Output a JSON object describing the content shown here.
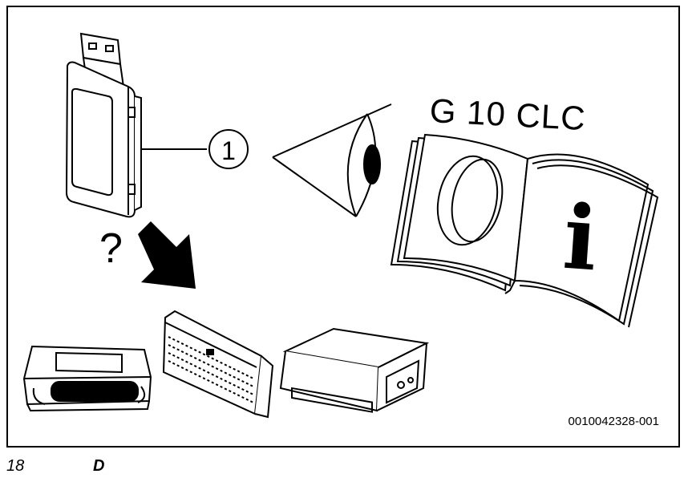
{
  "figure": {
    "book_title": "G 10 CLC",
    "callout_number": "1",
    "question_mark": "?",
    "info_symbol": "i",
    "reference_code": "0010042328-001"
  },
  "footer": {
    "page_number": "18",
    "language_code": "D"
  }
}
